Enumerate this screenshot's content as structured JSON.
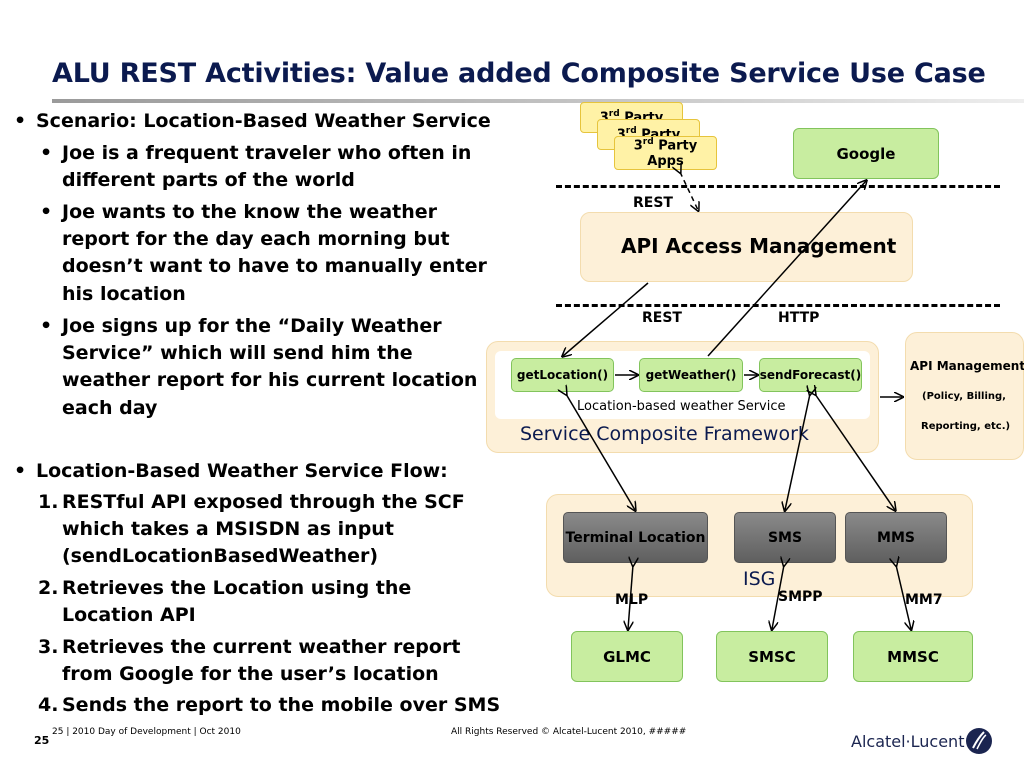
{
  "slide": {
    "title": "ALU REST Activities: Value added Composite Service Use Case"
  },
  "bullets": [
    {
      "marker": "•",
      "text": "Scenario: Location-Based Weather Service"
    },
    {
      "marker": "•",
      "text": "Joe is a frequent traveler who often in different parts of the world"
    },
    {
      "marker": "•",
      "text": "Joe wants to the know the weather report for the day each morning but doesn’t want to have to manually enter his location"
    },
    {
      "marker": "•",
      "text": "Joe signs up for the “Daily Weather Service” which will send him the weather report for his current location each day"
    },
    {
      "marker": "•",
      "text": "Location-Based Weather Service Flow:"
    },
    {
      "marker": "1.",
      "text": "RESTful API exposed through the SCF which takes a MSISDN as input (sendLocationBasedWeather)"
    },
    {
      "marker": "2.",
      "text": "Retrieves the Location using the Location API"
    },
    {
      "marker": "3.",
      "text": "Retrieves the current weather report from Google for the user’s location"
    },
    {
      "marker": "4.",
      "text": "Sends the report to the mobile over SMS"
    }
  ],
  "diagram": {
    "third_party": {
      "base": "3",
      "sup": "rd",
      "rest": " Party Apps"
    },
    "google": "Google",
    "api_access_management": "API Access Management",
    "rest_top": "REST",
    "rest_mid": "REST",
    "http_mid": "HTTP",
    "get_location": "getLocation()",
    "get_weather": "getWeather()",
    "send_forecast": "sendForecast()",
    "service_label": "Location-based weather Service",
    "scf_label": "Service Composite Framework",
    "api_management": {
      "line1": "API Management",
      "line2": "(Policy, Billing,",
      "line3": "Reporting, etc.)"
    },
    "terminal_location": "Terminal Location",
    "sms": "SMS",
    "mms": "MMS",
    "isg": "ISG",
    "mlp": "MLP",
    "smpp": "SMPP",
    "mm7": "MM7",
    "glmc": "GLMC",
    "smsc": "SMSC",
    "mmsc": "MMSC"
  },
  "footer": {
    "page": "25",
    "small_page": "25",
    "event": " | 2010 Day of Development | Oct 2010",
    "rights": "All Rights Reserved © Alcatel-Lucent 2010, #####",
    "logo_text": "Alcatel·Lucent"
  }
}
